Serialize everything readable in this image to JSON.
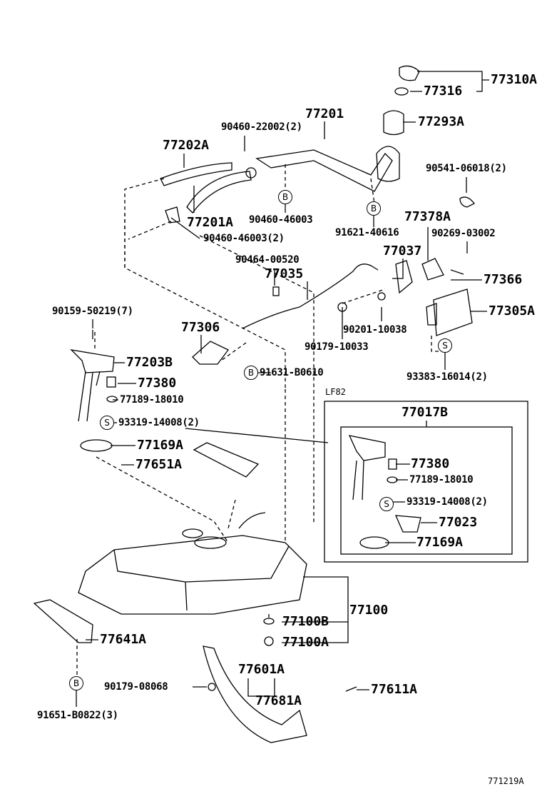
{
  "diagram_id": "771219A",
  "inset_label": "LF82",
  "callouts": {
    "b": "B",
    "s": "S"
  },
  "labels": [
    "77310A",
    "77316",
    "77201",
    "77293A",
    "90460-22002(2)",
    "77202A",
    "90541-06018(2)",
    "90460-46003",
    "77201A",
    "77378A",
    "90460-46003(2)",
    "91621-40616",
    "90269-03002",
    "77037",
    "90464-00520",
    "77035",
    "77366",
    "90159-50219(7)",
    "77305A",
    "77306",
    "90201-10038",
    "90179-10033",
    "77203B",
    "91631-B0610",
    "93383-16014(2)",
    "77380",
    "77189-18010",
    "77017B",
    "93319-14008(2)",
    "77169A",
    "77651A",
    "77380",
    "77189-18010",
    "93319-14008(2)",
    "77023",
    "77169A",
    "77100",
    "77100B",
    "77641A",
    "77100A",
    "77601A",
    "90179-08068",
    "77681A",
    "77611A",
    "91651-B0822(3)"
  ]
}
